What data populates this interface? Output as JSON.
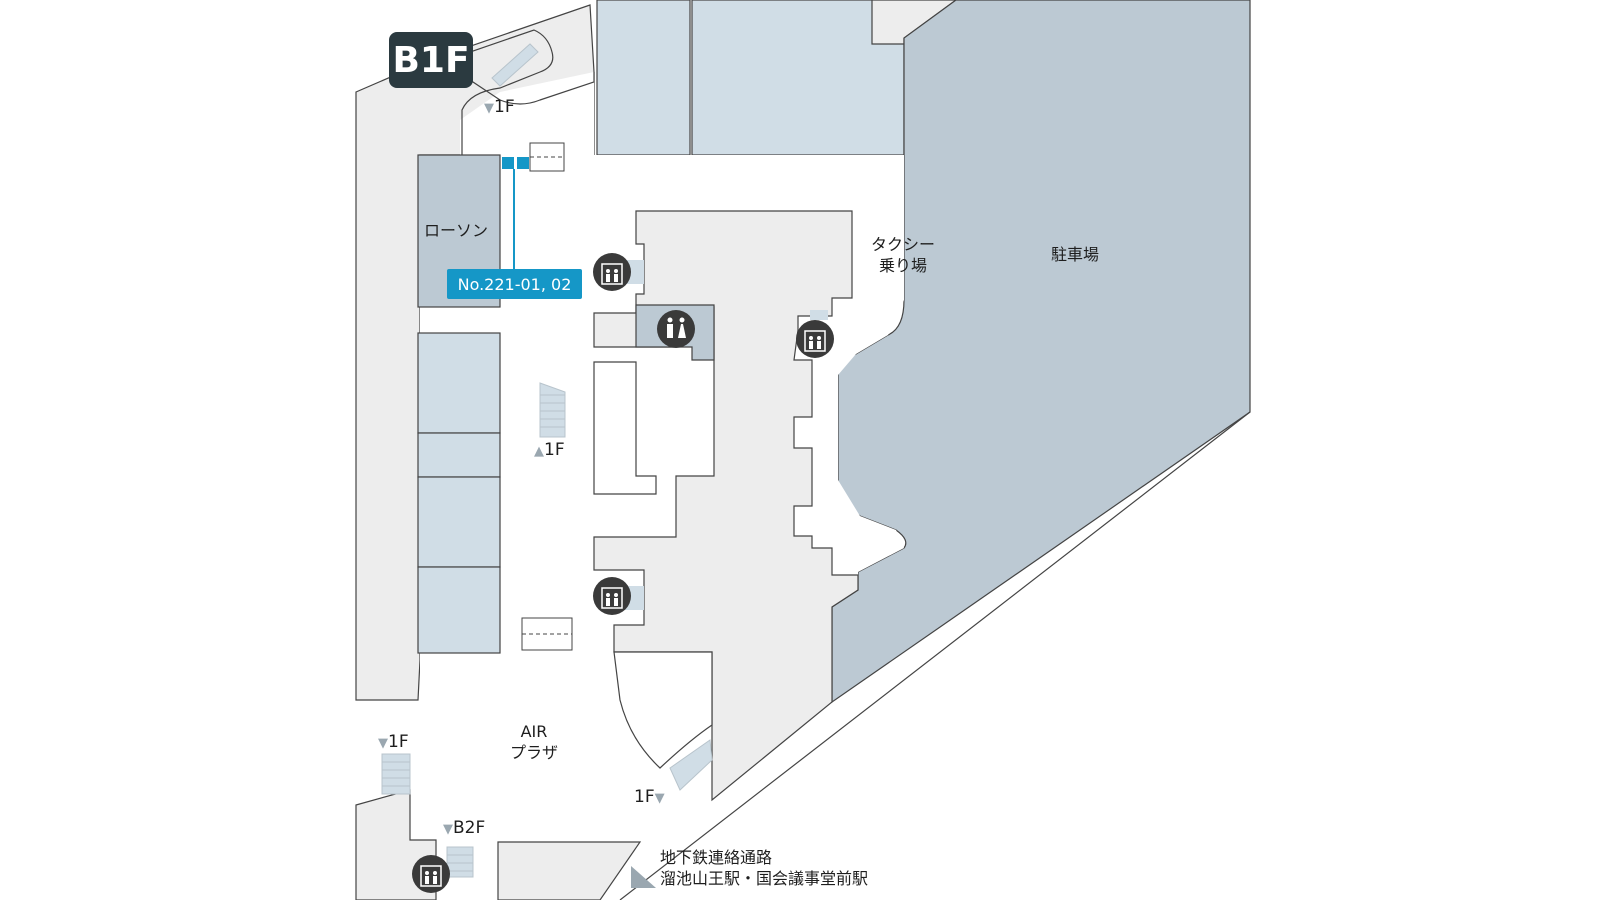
{
  "floor": "B1F",
  "locker_label": "No.221-01, 02",
  "shops": {
    "lawson": "ローソン"
  },
  "areas": {
    "taxi_line1": "タクシー",
    "taxi_line2": "乗り場",
    "parking": "駐車場",
    "air_line1": "AIR",
    "air_line2": "プラザ"
  },
  "escalators": {
    "top_left": "1F",
    "center": "1F",
    "bottom_left": "1F",
    "bottom_center": "1F",
    "b2f": "B2F"
  },
  "subway": {
    "line1": "地下鉄連絡通路",
    "line2": "溜池山王駅・国会議事堂前駅"
  },
  "icons": {
    "elevator": "elevator-icon",
    "restroom": "restroom-icon",
    "stairs": "stairs-icon",
    "subway": "subway-direction-icon"
  },
  "colors": {
    "floor_badge": "#2b3a40",
    "locker_blue": "#1597c7",
    "parking": "#bcc9d3",
    "shop_blue": "#d0dde6",
    "corridor": "#ededed",
    "outline": "#444444"
  }
}
